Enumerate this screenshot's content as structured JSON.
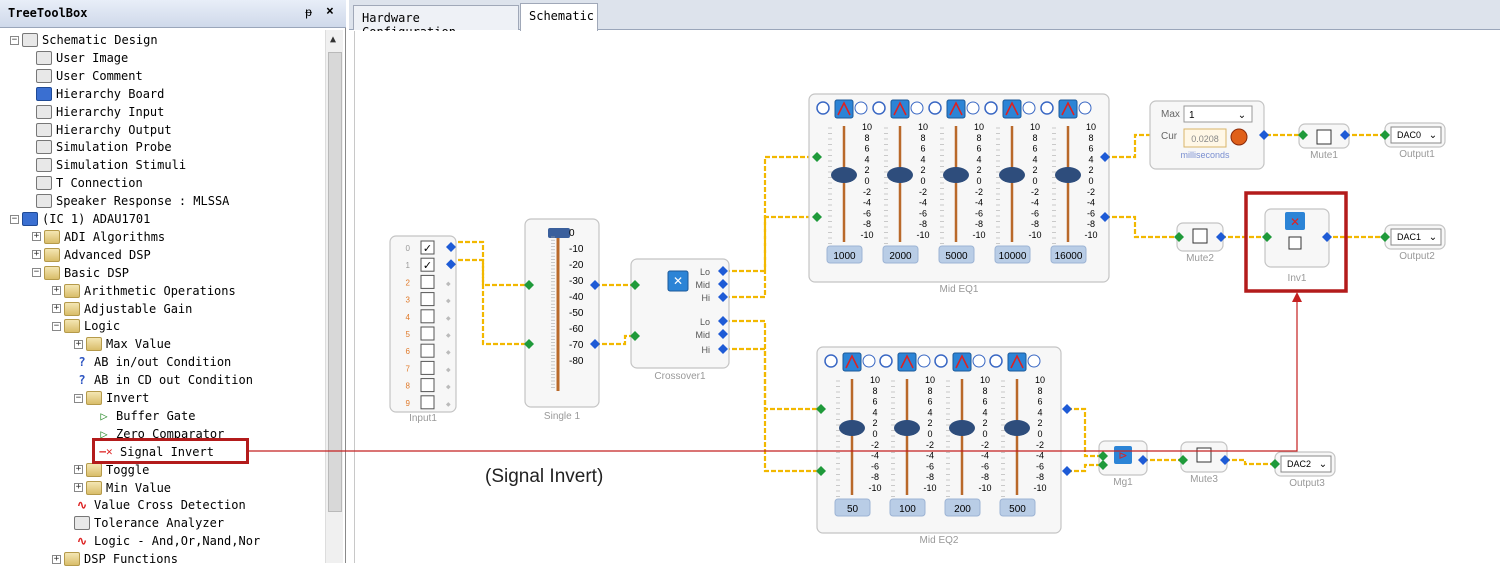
{
  "tree": {
    "title": "TreeToolBox",
    "pin_icon": "pin-icon",
    "close_icon": "close-icon",
    "items": [
      {
        "label": "Schematic Design",
        "icon": "schematic-design-icon",
        "expander": "minus"
      },
      {
        "label": "User Image",
        "icon": "user-image-icon"
      },
      {
        "label": "User Comment",
        "icon": "user-comment-icon"
      },
      {
        "label": "Hierarchy Board",
        "icon": "hierarchy-board-icon"
      },
      {
        "label": "Hierarchy Input",
        "icon": "hierarchy-input-icon"
      },
      {
        "label": "Hierarchy Output",
        "icon": "hierarchy-output-icon"
      },
      {
        "label": "Simulation Probe",
        "icon": "simulation-probe-icon"
      },
      {
        "label": "Simulation Stimuli",
        "icon": "simulation-stimuli-icon"
      },
      {
        "label": "T Connection",
        "icon": "t-connection-icon"
      },
      {
        "label": "Speaker Response : MLSSA",
        "icon": "speaker-response-icon"
      },
      {
        "label": "(IC 1) ADAU1701",
        "icon": "chip-icon",
        "expander": "minus"
      },
      {
        "label": "ADI Algorithms",
        "icon": "folder-icon",
        "expander": "plus"
      },
      {
        "label": "Advanced DSP",
        "icon": "folder-icon",
        "expander": "plus"
      },
      {
        "label": "Basic DSP",
        "icon": "folder-icon",
        "expander": "minus"
      },
      {
        "label": "Arithmetic Operations",
        "icon": "folder-icon",
        "expander": "plus"
      },
      {
        "label": "Adjustable Gain",
        "icon": "folder-icon",
        "expander": "plus"
      },
      {
        "label": "Logic",
        "icon": "folder-icon",
        "expander": "minus"
      },
      {
        "label": "Max Value",
        "icon": "folder-icon",
        "expander": "plus"
      },
      {
        "label": "AB in/out Condition",
        "icon": "condition-icon"
      },
      {
        "label": "AB in CD out Condition",
        "icon": "condition-icon"
      },
      {
        "label": "Invert",
        "icon": "folder-icon",
        "expander": "minus"
      },
      {
        "label": "Buffer Gate",
        "icon": "buffer-gate-icon"
      },
      {
        "label": "Zero Comparator",
        "icon": "zero-comparator-icon"
      },
      {
        "label": "Signal Invert",
        "icon": "signal-invert-icon"
      },
      {
        "label": "Toggle",
        "icon": "folder-icon",
        "expander": "plus"
      },
      {
        "label": "Min Value",
        "icon": "folder-icon",
        "expander": "plus"
      },
      {
        "label": "Value Cross Detection",
        "icon": "value-cross-icon"
      },
      {
        "label": "Tolerance Analyzer",
        "icon": "tolerance-analyzer-icon"
      },
      {
        "label": "Logic - And,Or,Nand,Nor",
        "icon": "logic-gates-icon"
      },
      {
        "label": "DSP Functions",
        "icon": "folder-icon",
        "expander": "plus"
      }
    ]
  },
  "tabs": [
    {
      "label": "Hardware Configuration",
      "active": false
    },
    {
      "label": "Schematic",
      "active": true
    }
  ],
  "schematic": {
    "input1": {
      "label": "Input1",
      "channels": [
        "0",
        "1",
        "2",
        "3",
        "4",
        "5",
        "6",
        "7",
        "8",
        "9"
      ],
      "checked": [
        true,
        true,
        false,
        false,
        false,
        false,
        false,
        false,
        false,
        false
      ]
    },
    "single1": {
      "label": "Single 1",
      "scale": [
        "0",
        "-10",
        "-20",
        "-30",
        "-40",
        "-50",
        "-60",
        "-70",
        "-80"
      ]
    },
    "crossover1": {
      "label": "Crossover1",
      "outputs": [
        "Lo",
        "Mid",
        "Hi",
        "Lo",
        "Mid",
        "Hi"
      ]
    },
    "mideq1": {
      "label": "Mid EQ1",
      "bands": [
        "1000",
        "2000",
        "5000",
        "10000",
        "16000"
      ],
      "scale": [
        "10",
        "8",
        "6",
        "4",
        "2",
        "0",
        "-2",
        "-4",
        "-6",
        "-8",
        "-10"
      ]
    },
    "mideq2": {
      "label": "Mid EQ2",
      "bands": [
        "50",
        "100",
        "200",
        "500"
      ],
      "scale": [
        "10",
        "8",
        "6",
        "4",
        "2",
        "0",
        "-2",
        "-4",
        "-6",
        "-8",
        "-10"
      ]
    },
    "delay": {
      "max_label": "Max",
      "max_value": "1",
      "cur_label": "Cur",
      "cur_value": "0.0208",
      "units": "milliseconds"
    },
    "mute1": {
      "label": "Mute1"
    },
    "mute2": {
      "label": "Mute2"
    },
    "mute3": {
      "label": "Mute3"
    },
    "inv1": {
      "label": "Inv1"
    },
    "mg1": {
      "label": "Mg1"
    },
    "output1": {
      "label": "Output1",
      "value": "DAC0"
    },
    "output2": {
      "label": "Output2",
      "value": "DAC1"
    },
    "output3": {
      "label": "Output3",
      "value": "DAC2"
    }
  },
  "annotation": {
    "text": "(Signal Invert)",
    "color": "#b31b1b"
  },
  "colors": {
    "wire": "#f2b800",
    "highlight": "#b31b1b",
    "port_in": "#1f9a3a",
    "port_out": "#1e5bd6"
  }
}
